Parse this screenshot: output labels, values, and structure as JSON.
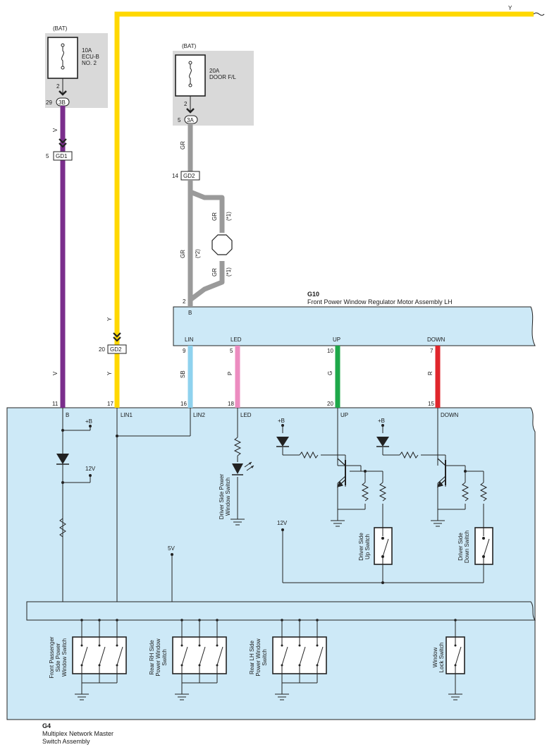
{
  "fuses": {
    "ecu": {
      "source": "(BAT)",
      "rating": "10A",
      "name_line1": "ECU-B",
      "name_line2": "NO. 2",
      "pin": "2",
      "conn_pin": "29",
      "conn": "3B"
    },
    "door": {
      "source": "(BAT)",
      "rating": "20A",
      "name_line1": "DOOR F/L",
      "pin": "2",
      "conn_pin": "5",
      "conn": "3A"
    }
  },
  "connectors": {
    "gd1": {
      "pin": "5",
      "label": "GD1"
    },
    "gd2_top": {
      "pin": "14",
      "label": "GD2"
    },
    "gd2_y": {
      "pin": "20",
      "label": "GD2"
    }
  },
  "wires": {
    "v": "V",
    "y": "Y",
    "gr": "GR",
    "sb": "SB",
    "p": "P",
    "g": "G",
    "r": "R",
    "note1": "(*1)",
    "note2": "(*2)"
  },
  "g10": {
    "code": "G10",
    "title": "Front Power Window Regulator Motor Assembly LH",
    "pin_b_num": "2",
    "pin_b": "B",
    "pins": [
      {
        "num": "9",
        "name": "LIN"
      },
      {
        "num": "5",
        "name": "LED"
      },
      {
        "num": "10",
        "name": "UP"
      },
      {
        "num": "7",
        "name": "DOWN"
      }
    ]
  },
  "g4": {
    "code": "G4",
    "title_line1": "Multiplex Network Master",
    "title_line2": "Switch Assembly",
    "pins": [
      {
        "num": "11",
        "name": "B"
      },
      {
        "num": "17",
        "name": "LIN1"
      },
      {
        "num": "16",
        "name": "LIN2"
      },
      {
        "num": "18",
        "name": "LED"
      },
      {
        "num": "20",
        "name": "UP"
      },
      {
        "num": "15",
        "name": "DOWN"
      }
    ],
    "supply": {
      "plus_b": "+B",
      "v12": "12V",
      "v5": "5V"
    },
    "switches": {
      "led": [
        "Driver Side Power",
        "Window Switch"
      ],
      "up": [
        "Driver Side",
        "Up Switch"
      ],
      "down": [
        "Driver Side",
        "Down Switch"
      ],
      "front_pass": [
        "Front Passenger",
        "Side Power",
        "Window Switch"
      ],
      "rear_rh": [
        "Rear RH Side",
        "Power Window",
        "Switch"
      ],
      "rear_lh": [
        "Rear LH Side",
        "Power Window",
        "Switch"
      ],
      "lock": [
        "Window",
        "Lock Switch"
      ]
    }
  },
  "colors": {
    "violet": "#7a2e8c",
    "yellow": "#ffd800",
    "gray": "#9a9a9a",
    "sky": "#8fd2ee",
    "pink": "#ec8cc0",
    "green": "#1ea84a",
    "red": "#e0262c",
    "panel": "#cde9f7",
    "fuse_box": "#d9d9d9"
  }
}
